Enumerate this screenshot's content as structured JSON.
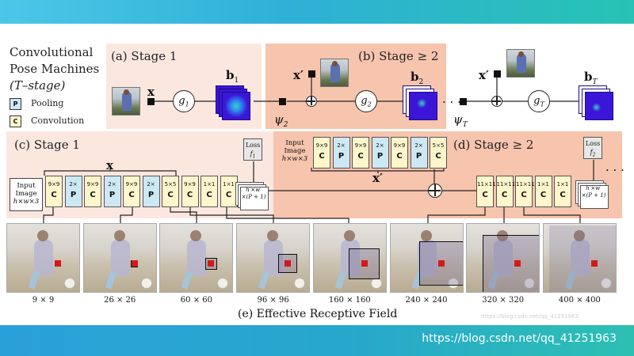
{
  "legend": {
    "title_line1": "Convolutional",
    "title_line2": "Pose Machines",
    "title_line3": "(T–stage)",
    "pooling_glyph": "P",
    "pooling_label": "Pooling",
    "convolution_glyph": "C",
    "convolution_label": "Convolution"
  },
  "stage_a": {
    "title": "(a) Stage 1",
    "x_label": "x",
    "g_label": "g",
    "g_sub": "1",
    "b_label": "b",
    "b_sub": "1",
    "psi_label": "ψ",
    "psi_sub": "2"
  },
  "stage_b": {
    "title": "(b) Stage ≥ 2",
    "x_label": "x′",
    "g_label": "g",
    "g_sub": "2",
    "b_label": "b",
    "b_sub": "2",
    "psi_label": "ψ",
    "psi_sub": "T",
    "dots": "· · ·"
  },
  "stage_t": {
    "x_label": "x′",
    "g_label": "g",
    "g_sub": "T",
    "b_label": "b",
    "b_sub": "T"
  },
  "stage_c": {
    "title": "(c) Stage 1",
    "x_label": "x",
    "input_line1": "Input",
    "input_line2": "Image",
    "input_line3": "h×w×3",
    "blocks": [
      {
        "kernel": "9×9",
        "type": "C",
        "kind": "c"
      },
      {
        "kernel": "2×",
        "type": "P",
        "kind": "p"
      },
      {
        "kernel": "9×9",
        "type": "C",
        "kind": "c"
      },
      {
        "kernel": "2×",
        "type": "P",
        "kind": "p"
      },
      {
        "kernel": "9×9",
        "type": "C",
        "kind": "c"
      },
      {
        "kernel": "2×",
        "type": "P",
        "kind": "p"
      },
      {
        "kernel": "5×5",
        "type": "C",
        "kind": "c"
      },
      {
        "kernel": "9×9",
        "type": "C",
        "kind": "c"
      },
      {
        "kernel": "1×1",
        "type": "C",
        "kind": "c"
      },
      {
        "kernel": "1×1",
        "type": "C",
        "kind": "c"
      }
    ],
    "loss_line1": "Loss",
    "loss_line2": "f",
    "loss_sub": "1",
    "output_line1": "h′×w′",
    "output_line2": "×(P + 1)"
  },
  "stage_d": {
    "title": "(d) Stage ≥ 2",
    "x_label": "x′",
    "input_line1": "Input",
    "input_line2": "Image",
    "input_line3": "h×w×3",
    "feat_blocks": [
      {
        "kernel": "9×9",
        "type": "C",
        "kind": "c"
      },
      {
        "kernel": "2×",
        "type": "P",
        "kind": "p"
      },
      {
        "kernel": "9×9",
        "type": "C",
        "kind": "c"
      },
      {
        "kernel": "2×",
        "type": "P",
        "kind": "p"
      },
      {
        "kernel": "9×9",
        "type": "C",
        "kind": "c"
      },
      {
        "kernel": "2×",
        "type": "P",
        "kind": "p"
      },
      {
        "kernel": "5×5",
        "type": "C",
        "kind": "c"
      }
    ],
    "stage_blocks": [
      {
        "kernel": "11×11",
        "type": "C",
        "kind": "c"
      },
      {
        "kernel": "11×11",
        "type": "C",
        "kind": "c"
      },
      {
        "kernel": "11×11",
        "type": "C",
        "kind": "c"
      },
      {
        "kernel": "1×1",
        "type": "C",
        "kind": "c"
      },
      {
        "kernel": "1×1",
        "type": "C",
        "kind": "c"
      }
    ],
    "loss_line1": "Loss",
    "loss_line2": "f",
    "loss_sub": "2",
    "output_line1": "h′×w′",
    "output_line2": "×(P + 1)",
    "dots": "· · ·"
  },
  "receptive_fields": {
    "caption": "(e) Effective Receptive Field",
    "items": [
      {
        "label": "9 × 9",
        "rf_fraction": 0.05
      },
      {
        "label": "26 × 26",
        "rf_fraction": 0.1
      },
      {
        "label": "60 × 60",
        "rf_fraction": 0.18
      },
      {
        "label": "96 × 96",
        "rf_fraction": 0.28
      },
      {
        "label": "160 × 160",
        "rf_fraction": 0.45
      },
      {
        "label": "240 × 240",
        "rf_fraction": 0.65
      },
      {
        "label": "320 × 320",
        "rf_fraction": 0.85
      },
      {
        "label": "400 × 400",
        "rf_fraction": 1.0
      }
    ]
  },
  "watermark": "https://blog.csdn.net/qq_41251963",
  "colors": {
    "pooling": "#cde8f5",
    "convolution": "#fff6cc",
    "stage1_panel": "#fce7df",
    "stage2_panel": "#f7c4ad",
    "belief_map": "#3b16d8",
    "band": "#2fb0d6"
  }
}
